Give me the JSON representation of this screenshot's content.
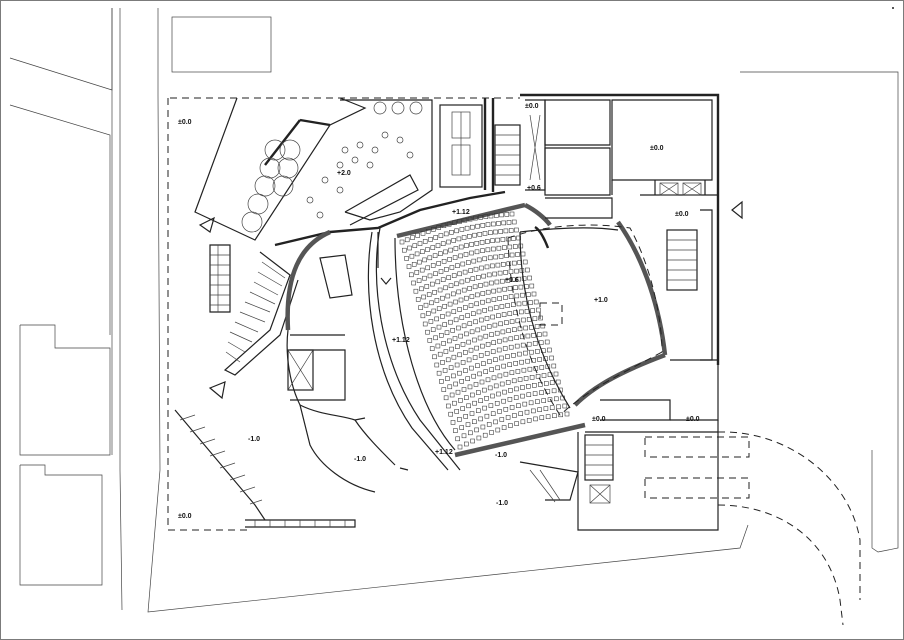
{
  "plan": {
    "level_labels": {
      "nw_plaza": "±0.0",
      "upper_lobby": "+2.0",
      "entry_top": "±0.0",
      "foyer_step": "+1.12",
      "side_aisle": "+1.12",
      "lower_aisle": "+1.12",
      "ramp_top": "+0.6",
      "seating_top": "+0.6",
      "stage": "+1.0",
      "service_room": "±0.0",
      "stair_right": "±0.0",
      "backstage_right": "±0.0",
      "backstage_low": "±0.0",
      "sunken_west": "-1.0",
      "sunken_mid": "-1.0",
      "sunken_south": "-1.0",
      "stair_south": "-1.0",
      "sw_plaza": "±0.0"
    },
    "colors": {
      "line": "#222222",
      "wall_fill": "#555555",
      "background": "#ffffff"
    }
  }
}
